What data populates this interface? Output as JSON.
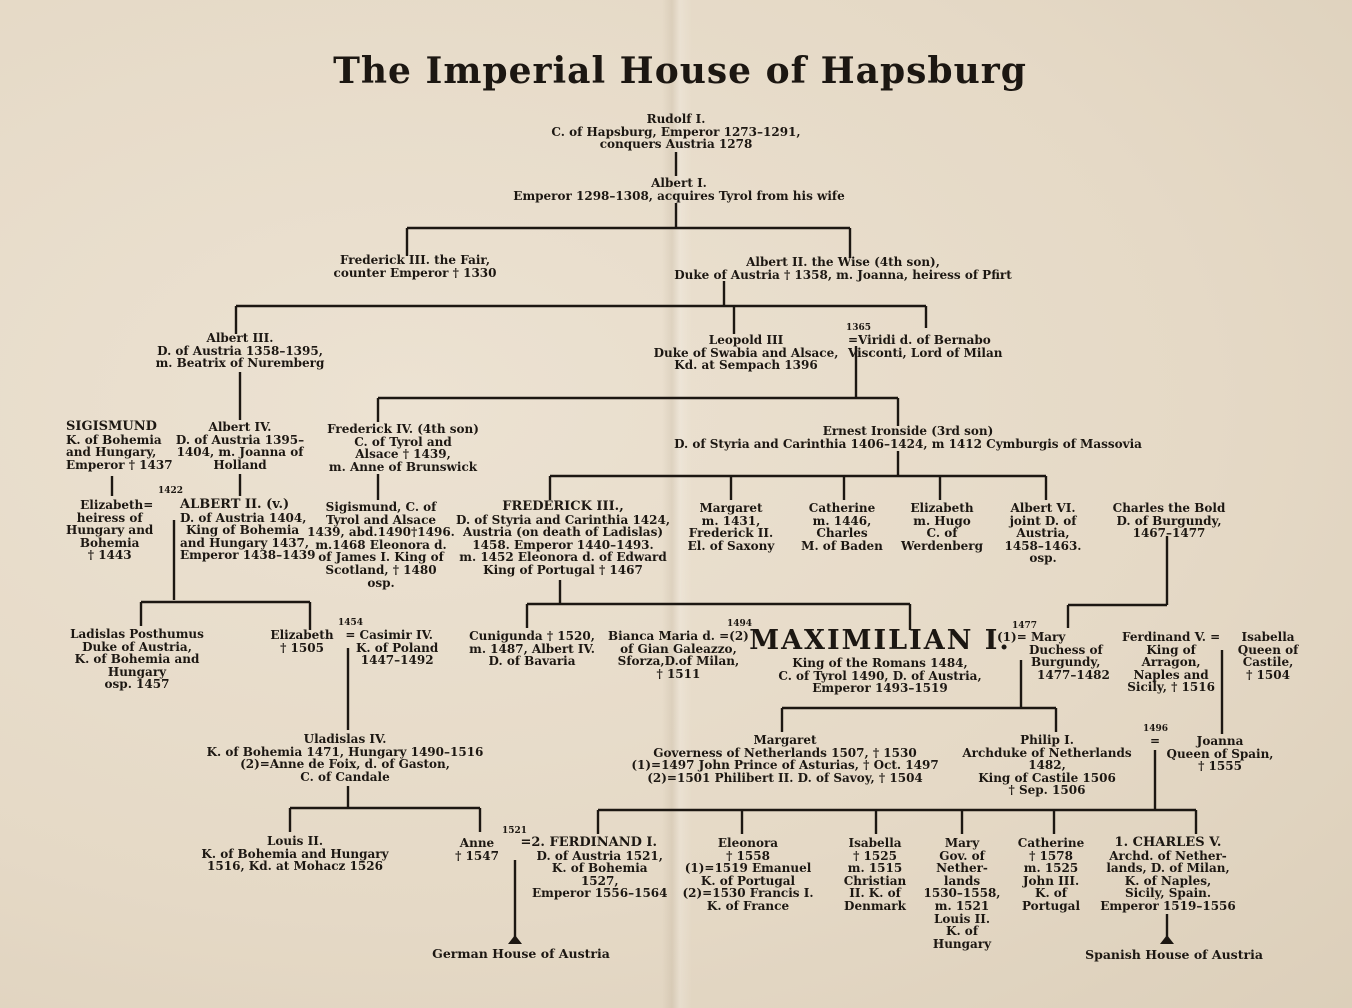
{
  "title": "The Imperial House of Hapsburg",
  "persons": {
    "rudolf": [
      "Rudolf I.",
      "C. of Hapsburg, Emperor 1273–1291,",
      "conquers Austria 1278"
    ],
    "albert1": [
      "Albert I.",
      "Emperor 1298–1308, acquires Tyrol from his wife"
    ],
    "frederick3fair": [
      "Frederick III. the Fair,",
      "counter Emperor † 1330"
    ],
    "albert2wise": [
      "Albert II. the Wise (4th son),",
      "Duke of Austria † 1358, m. Joanna, heiress of Pfirt"
    ],
    "albert3": [
      "Albert III.",
      "D. of Austria 1358–1395,",
      "m. Beatrix of Nuremberg"
    ],
    "leopold3": [
      "Leopold III",
      "Duke of Swabia and Alsace,",
      "Kd. at Sempach 1396"
    ],
    "viridi_year": "1365",
    "viridi": [
      "=Viridi d. of Bernabo",
      " Visconti, Lord of Milan"
    ],
    "sigismund": [
      "SIGISMUND",
      "K. of Bohemia",
      "and Hungary,",
      "Emperor † 1437"
    ],
    "albert4": [
      "Albert IV.",
      "D. of Austria 1395–",
      "1404, m. Joanna of",
      "Holland"
    ],
    "frederick4": [
      "Frederick IV. (4th son)",
      "C. of Tyrol and",
      "Alsace † 1439,",
      "m. Anne of Brunswick"
    ],
    "ernest": [
      "Ernest Ironside (3rd son)",
      "D. of Styria and Carinthia 1406–1424, m 1412 Cymburgis of Massovia"
    ],
    "marriage1422": "1422",
    "elizabeth_h": [
      "Elizabeth=",
      "heiress of",
      "Hungary and",
      "Bohemia",
      "† 1443"
    ],
    "albert2v": [
      "ALBERT II. (v.)",
      "D. of Austria 1404,",
      "King of Bohemia",
      "and Hungary 1437,",
      "Emperor 1438–1439"
    ],
    "sigismund_tyrol": [
      "Sigismund, C. of",
      "Tyrol and Alsace",
      "1439, abd.1490†1496.",
      "m.1468 Eleonora d.",
      "of James I. King of",
      "Scotland, † 1480",
      "osp."
    ],
    "frederick3": [
      "FREDERICK III.,",
      "D. of Styria and Carinthia 1424,",
      "Austria (on death of Ladislas)",
      "1458.   Emperor 1440–1493.",
      "m. 1452 Eleonora d. of Edward",
      "King of Portugal † 1467"
    ],
    "margaret1": [
      "Margaret",
      "m. 1431,",
      "Frederick II.",
      "El. of Saxony"
    ],
    "catherine1": [
      "Catherine",
      "m. 1446,",
      "Charles",
      "M. of Baden"
    ],
    "elizabeth2": [
      "Elizabeth",
      "m. Hugo",
      "C. of",
      "Werdenberg"
    ],
    "albert6": [
      "Albert VI.",
      "joint D. of",
      "Austria,",
      "1458–1463.",
      "osp."
    ],
    "charles_bold": [
      "Charles the Bold",
      "D. of Burgundy,",
      "1467–1477"
    ],
    "ladislas": [
      "Ladislas Posthumus",
      "Duke of Austria,",
      "K. of Bohemia and",
      "Hungary",
      "osp. 1457"
    ],
    "marriage1454": "1454",
    "elizabeth3": [
      "Elizabeth",
      "† 1505"
    ],
    "casimir": [
      "= Casimir IV.",
      "K. of Poland",
      "1447–1492"
    ],
    "cunigunda": [
      "Cunigunda † 1520,",
      "m. 1487, Albert IV.",
      "D. of Bavaria"
    ],
    "marriage1494": "1494",
    "bianca": [
      "Bianca Maria d. =(2)",
      "of Gian Galeazzo,",
      "Sforza,D.of Milan,",
      "† 1511"
    ],
    "maximilian_name": "MAXIMILIAN I.",
    "maximilian": [
      "King of the Romans 1484,",
      "C. of Tyrol 1490, D. of Austria,",
      "Emperor 1493–1519"
    ],
    "marriage1477": "1477",
    "mary_burgundy": [
      "(1)=   Mary",
      "Duchess of",
      "Burgundy,",
      "1477–1482"
    ],
    "ferdinand5": [
      "Ferdinand V. =",
      "King of",
      "Arragon,",
      "Naples and",
      "Sicily, † 1516"
    ],
    "isabella": [
      "Isabella",
      "Queen of",
      "Castile,",
      "† 1504"
    ],
    "uladislas": [
      "Uladislas IV.",
      "K. of Bohemia 1471, Hungary 1490–1516",
      "(2)=Anne de Foix, d. of Gaston,",
      "C. of Candale"
    ],
    "margaret2": [
      "Margaret",
      "Governess of Netherlands 1507, † 1530",
      "(1)=1497 John Prince of Asturias, † Oct. 1497",
      "(2)=1501 Philibert II. D. of Savoy, † 1504"
    ],
    "philip": [
      "Philip I.",
      "Archduke of Netherlands",
      "1482,",
      "King of Castile 1506",
      "† Sep. 1506"
    ],
    "marriage1496": "1496",
    "joanna": [
      "Joanna",
      "Queen of Spain,",
      "† 1555"
    ],
    "louis2": [
      "Louis II.",
      "K. of Bohemia and Hungary",
      "1516, Kd. at Mohacz 1526"
    ],
    "marriage1521": "1521",
    "anne": [
      "Anne",
      "† 1547"
    ],
    "ferdinand1": [
      "=2. FERDINAND I.",
      "D. of Austria 1521,",
      "K. of Bohemia",
      "1527,",
      "Emperor 1556–1564"
    ],
    "eleonora": [
      "Eleonora",
      "† 1558",
      "(1)=1519 Emanuel",
      "K. of Portugal",
      "(2)=1530 Francis I.",
      "K. of France"
    ],
    "isabella2": [
      "Isabella",
      "† 1525",
      "m. 1515",
      "Christian",
      "II. K. of",
      "Denmark"
    ],
    "mary2": [
      "Mary",
      "Gov. of",
      "Nether-",
      "lands",
      "1530–1558,",
      "m. 1521",
      "Louis II.",
      "K. of",
      "Hungary"
    ],
    "catherine2": [
      "Catherine",
      "† 1578",
      "m. 1525",
      "John III.",
      "K. of",
      "Portugal"
    ],
    "charles5": [
      "1. CHARLES V.",
      "Archd. of Nether-",
      "lands, D. of Milan,",
      "K. of Naples,",
      "Sicily, Spain.",
      "Emperor 1519–1556"
    ],
    "german_house": [
      "German House of Austria"
    ],
    "spanish_house": [
      "Spanish House of Austria"
    ]
  }
}
